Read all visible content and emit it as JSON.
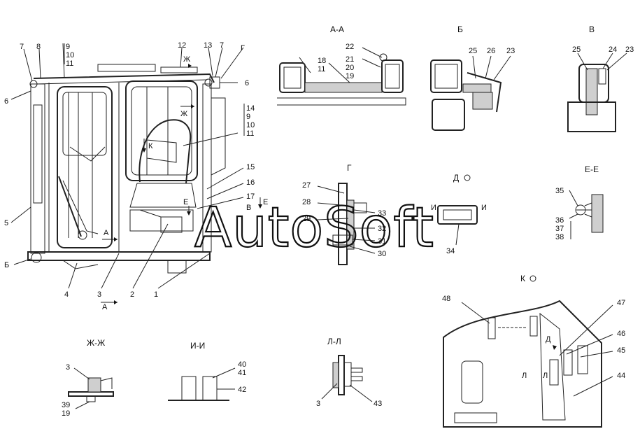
{
  "watermark": "AutoSoft",
  "views": {
    "aa": "А-А",
    "b": "Б",
    "v": "В",
    "g": "Г",
    "d": "Д",
    "ee": "Е-Е",
    "k": "К",
    "zhzh": "Ж-Ж",
    "ii": "И-И",
    "ll": "Л-Л"
  },
  "markers": {
    "a1": "А",
    "a2": "А",
    "zh1": "Ж",
    "zh2": "Ж",
    "k1": "К",
    "e1": "Е",
    "e2": "Е",
    "v1": "В",
    "b1": "Б",
    "g1": "Г",
    "i1": "И",
    "i2": "И",
    "d1": "Д",
    "l1": "Л",
    "l2": "Л"
  },
  "labels": {
    "n1": "1",
    "n2": "2",
    "n3": "3",
    "n4": "4",
    "n5": "5",
    "n6a": "6",
    "n6b": "6",
    "n7a": "7",
    "n7b": "7",
    "n8": "8",
    "n9a": "9",
    "n10a": "10",
    "n11a": "11",
    "n12": "12",
    "n13": "13",
    "n14": "14",
    "n9b": "9",
    "n10b": "10",
    "n11b": "11",
    "n15": "15",
    "n16": "16",
    "n17": "17",
    "n18": "18",
    "n11c": "11",
    "n22": "22",
    "n21": "21",
    "n20": "20",
    "n19a": "19",
    "n25a": "25",
    "n26": "26",
    "n23a": "23",
    "n25b": "25",
    "n24": "24",
    "n23b": "23",
    "n27": "27",
    "n28": "28",
    "n29": "29",
    "n33": "33",
    "n32": "32",
    "n31": "31",
    "n30": "30",
    "n34": "34",
    "n35": "35",
    "n36": "36",
    "n37": "37",
    "n38": "38",
    "n48": "48",
    "n47": "47",
    "n46": "46",
    "n45": "45",
    "n44": "44",
    "n3b": "3",
    "n39": "39",
    "n19b": "19",
    "n40": "40",
    "n41": "41",
    "n42": "42",
    "n3c": "3",
    "n43": "43"
  }
}
